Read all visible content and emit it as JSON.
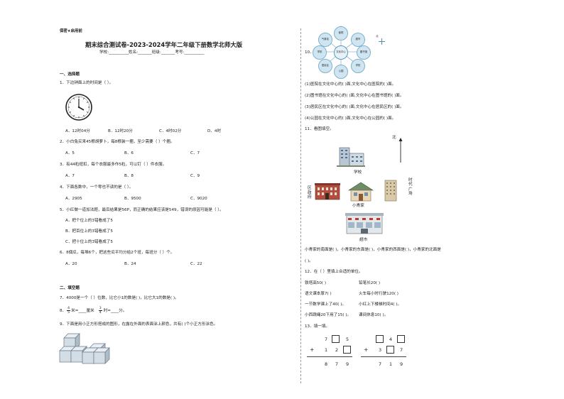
{
  "header": {
    "confidential": "保密★启用前",
    "title": "期末综合测试卷-2023-2024学年二年级下册数学北师大版",
    "info_line": "学校:__________姓名:_______班级:_______考号:__________"
  },
  "section1": {
    "heading": "一、选择题",
    "q1": {
      "text": "1．下边钟面上的时间是（  ）。",
      "options": [
        "A．12时04分",
        "B．12时20分",
        "C．4时02分",
        "D．4时"
      ]
    },
    "q2": {
      "text": "2．小白兔买来45根胡萝卜，每8根装一捆，至少需要（  ）个捆。",
      "options": [
        "A．5",
        "B．6",
        "C．7"
      ]
    },
    "q3": {
      "text": "3．有44粒纽扣，每个衣服最多作5粒，可以钉（  ）件衣服。",
      "options": [
        "A．7",
        "B．8",
        "C．9"
      ]
    },
    "q4": {
      "text": "4．下面各数中，一个零也不读的是（    ）。",
      "options": [
        "A．2905",
        "B．9500",
        "C．9020"
      ]
    },
    "q5": {
      "text": "5．小红做一道加法题，最后结果是56P，而正确的结果应该是549，错误的原因可能是（    ）。",
      "options": [
        "A．把个位上的3错看成了5",
        "B．把百位上的3错看成了5",
        "C．把十位上的3错看成了5"
      ]
    },
    "q6": {
      "text": "6．8個瓜，每堆6个，把这些瓜平均分给2个班，每班分（    ）个。",
      "options": [
        "A．20",
        "B．24",
        "C．22"
      ]
    }
  },
  "section2": {
    "heading": "二、填空题",
    "q7": "7．4000是一个（    ）位数，比它小1的数是(    )，比它大1的数是(    )。",
    "q8_prefix": "8．",
    "q8_a": "4",
    "q8_b": "5",
    "q8_mid": "米=____厘米",
    "q8_c": "3",
    "q8_d": "4",
    "q8_end": "时=____分。",
    "q9": "9．下面是用小正方形搭成的图形，在露在外面的表面涂上颜色，共有(        )个小正方形涂色。"
  },
  "right": {
    "q10_label": "10．",
    "map_nodes": {
      "hub": "文化中心",
      "n1": "气象站",
      "n2": "医院",
      "n3": "超市",
      "n4": "学校",
      "n5": "居民区",
      "n6": "公园",
      "n7": "学校",
      "n8": "图书馆"
    },
    "compass_north": "北",
    "q10_lines": [
      "(1)医院在文化中心的(      )面,文化中心在医院的(      )面。",
      "(2)图书馆在文化中心的(      )面,文化中心在图书馆的(      )面。",
      "(3)居民区在文化中心的(      )面,文化中心在居民区的(      )面。",
      "(4)公园在文化中心的(      )面,文化中心在公园的(      )面。"
    ],
    "q11_heading": "11．看图填空。",
    "north_label": "北",
    "labels": {
      "school": "学校",
      "gov": "区政府",
      "home": "小青家",
      "square": "时代广场",
      "market": "超市"
    },
    "q11_line1": "小青家的南面是(           )，小青家的东面是(           )，小青家的西面是(          )，小青家的北面是",
    "q11_line2": "(           )。",
    "q12_heading": "12．在（  ）里填上合适的单位。",
    "q12_rows": [
      [
        "铁塔高50(        )",
        "铅笔长20(        )"
      ],
      [
        "语文课本厚7(        )",
        "火车每小时行驶120(        )"
      ],
      [
        "一节数学课上了40(    )。",
        "小红上下楼梯时间4(    )。"
      ],
      [
        "小西跳绳20下用了15(    )。",
        "课间休息10(    )。"
      ]
    ],
    "q13_heading": "13．填一填。",
    "calc1": {
      "row1": [
        "7",
        "",
        "5"
      ],
      "op": "+",
      "row2": [
        "1",
        "2",
        ""
      ],
      "result": [
        "8",
        "7",
        "9"
      ]
    },
    "calc2": {
      "row1": [
        "",
        "4",
        ""
      ],
      "op": "+",
      "row2": [
        "3",
        "",
        "7"
      ],
      "result": [
        "7",
        "1",
        "9"
      ]
    }
  }
}
